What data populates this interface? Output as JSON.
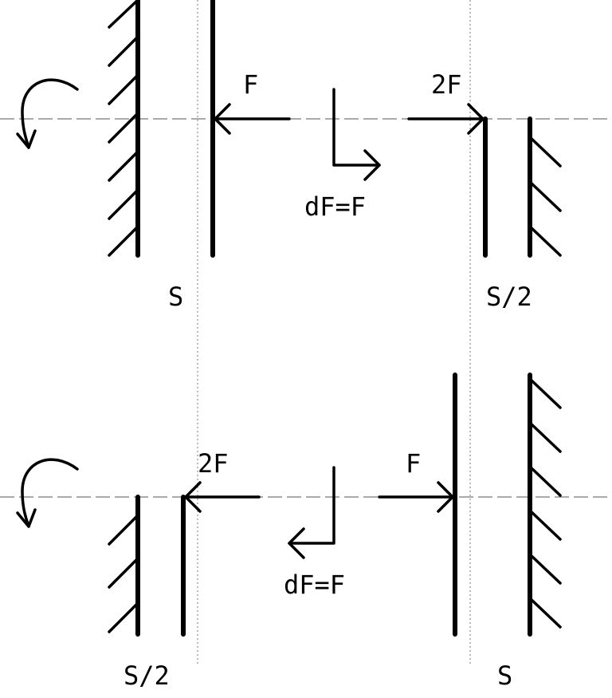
{
  "top": {
    "force_left_label": "F",
    "force_right_label": "2F",
    "delta_label": "dF=F",
    "gap_left_label": "S",
    "gap_right_label": "S/2"
  },
  "bottom": {
    "force_left_label": "2F",
    "force_right_label": "F",
    "delta_label": "dF=F",
    "gap_left_label": "S/2",
    "gap_right_label": "S"
  }
}
